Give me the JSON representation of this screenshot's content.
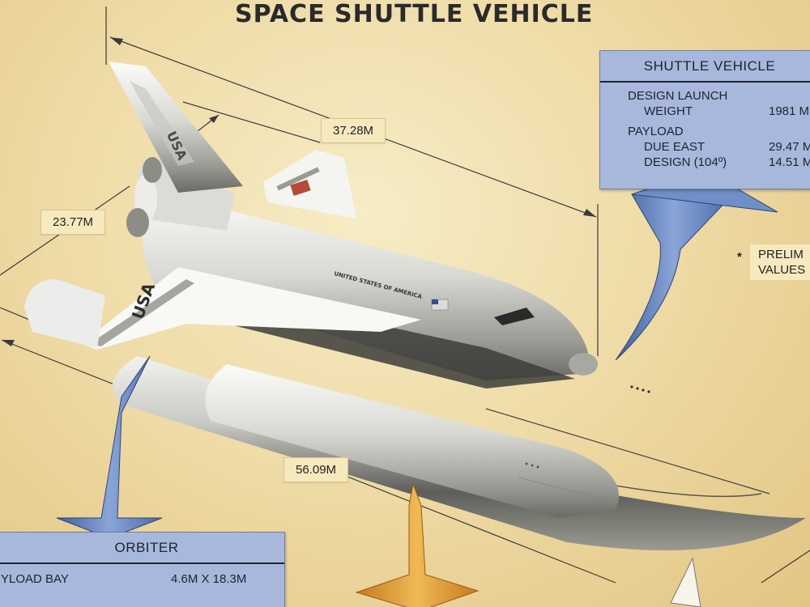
{
  "title": "SPACE SHUTTLE VEHICLE",
  "dimensions": {
    "top_length": "37.28M",
    "wingspan": "23.77M",
    "overall_length": "56.09M"
  },
  "shuttle_panel": {
    "heading": "SHUTTLE VEHICLE",
    "rows": [
      {
        "label": "DESIGN LAUNCH",
        "value": ""
      },
      {
        "label": "WEIGHT",
        "value": "1981 M"
      },
      {
        "label": "PAYLOAD",
        "value": ""
      },
      {
        "label": "DUE EAST",
        "value": "29.47 M"
      },
      {
        "label": "DESIGN (104º)",
        "value": "14.51 M"
      }
    ]
  },
  "orbiter_panel": {
    "heading": "ORBITER",
    "rows": [
      {
        "label": "YLOAD BAY",
        "value": "4.6M X 18.3M"
      }
    ]
  },
  "note": {
    "marker": "*",
    "lines": [
      "PRELIM",
      "VALUES"
    ]
  },
  "orbiter_markings": {
    "tail": "USA",
    "wing": "USA",
    "fuselage": "UNITED STATES OF AMERICA"
  },
  "colors": {
    "background": "#efdca8",
    "panel": "#a8b8dc",
    "arrow_blue": "#6f8fc8",
    "arrow_orange": "#e7a640",
    "label_bg": "#f6e9bd"
  }
}
